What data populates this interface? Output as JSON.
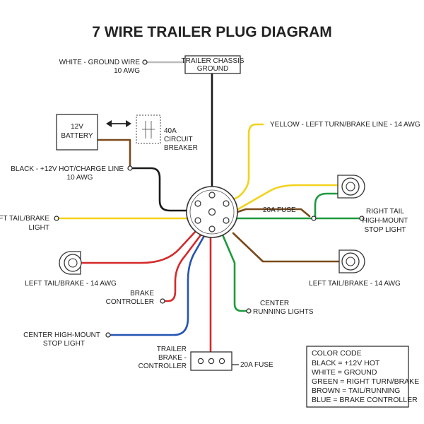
{
  "title": "7 WIRE TRAILER PLUG DIAGRAM",
  "labels": {
    "white_ground_1": "WHITE - GROUND WIRE",
    "white_ground_2": "10 AWG",
    "chassis_1": "TRAILER CHASSIS",
    "chassis_2": "GROUND",
    "battery_1": "12V",
    "battery_2": "BATTERY",
    "breaker_1": "40A",
    "breaker_2": "CIRCUIT",
    "breaker_3": "BREAKER",
    "black_1": "BLACK - +12V HOT/CHARGE LINE",
    "black_2": "10 AWG",
    "yellow": "YELLOW - LEFT TURN/BRAKE LINE - 14 AWG",
    "fuse_right": "20A FUSE",
    "left_tail_1": "LEFT TAIL/BRAKE",
    "left_tail_2": "LIGHT",
    "right_tail_1": "RIGHT TAIL",
    "right_tail_2": "HIGH-MOUNT",
    "right_tail_3": "STOP LIGHT",
    "left_tail_awg": "LEFT TAIL/BRAKE - 14 AWG",
    "left_tail_awg_right": "LEFT TAIL/BRAKE - 14 AWG",
    "brake_ctrl_1": "BRAKE",
    "brake_ctrl_2": "CONTROLLER",
    "center_run_1": "CENTER",
    "center_run_2": "RUNNING LIGHTS",
    "center_stop_1": "CENTER HIGH-MOUNT",
    "center_stop_2": "STOP LIGHT",
    "trailer_brake_1": "TRAILER",
    "trailer_brake_2": "BRAKE -",
    "trailer_brake_3": "CONTROLLER",
    "fuse_bottom": "20A FUSE"
  },
  "legend": {
    "heading": "COLOR CODE",
    "items": [
      "BLACK = +12V HOT",
      "WHITE = GROUND",
      "GREEN = RIGHT TURN/BRAKE",
      "BROWN = TAIL/RUNNING",
      "BLUE = BRAKE CONTROLLER"
    ]
  },
  "colors": {
    "black": "#1a1a1a",
    "white": "#bbbbbb",
    "yellow": "#f2d21b",
    "green": "#1e9a3c",
    "brown": "#7a4a1c",
    "red": "#d42a2a",
    "blue": "#2554b3"
  }
}
